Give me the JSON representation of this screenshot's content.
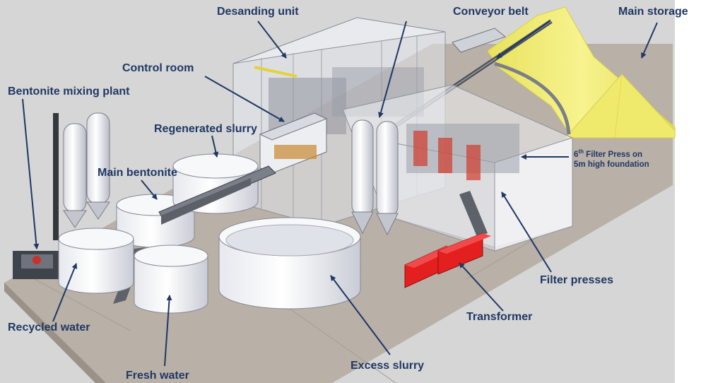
{
  "colors": {
    "background": "#d9d9d9",
    "ground": "#b8b0a6",
    "tank": "#f2f3f6",
    "tank_shade": "#cdd0d8",
    "storage_pile": "#f3ee78",
    "transformer": "#e41f1f",
    "label_text": "#1f3864",
    "leader_line": "#1f3864"
  },
  "labels": {
    "desanding_unit": "Desanding unit",
    "conveyor_belt": "Conveyor belt",
    "main_storage": "Main storage",
    "control_room": "Control room",
    "bentonite_mixing_plant": "Bentonite mixing plant",
    "regenerated_slurry": "Regenerated slurry",
    "main_bentonite": "Main bentonite",
    "sixth_filter_press_prefix": "6",
    "sixth_filter_press_sup": "th",
    "sixth_filter_press_line1_rest": " Filter Press on",
    "sixth_filter_press_line2": "5m high foundation",
    "filter_presses": "Filter presses",
    "transformer": "Transformer",
    "recycled_water": "Recycled water",
    "fresh_water": "Fresh water",
    "excess_slurry": "Excess slurry"
  }
}
